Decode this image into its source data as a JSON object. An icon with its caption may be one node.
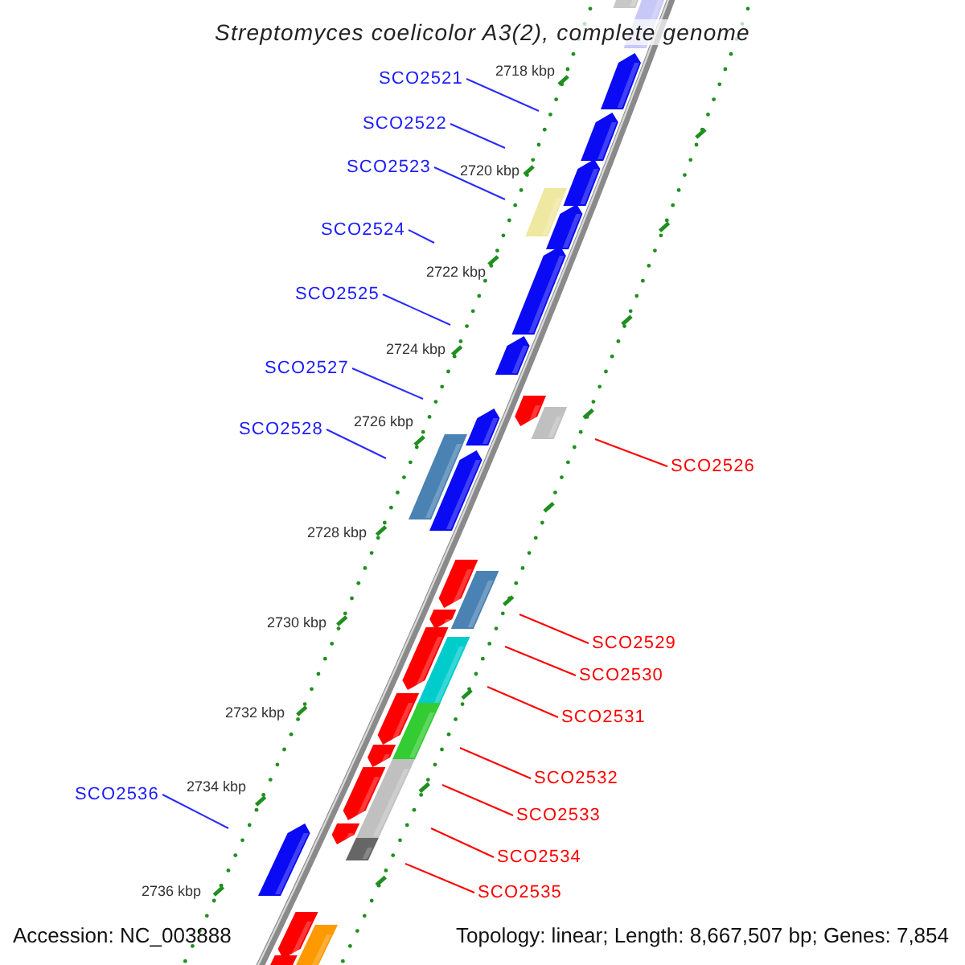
{
  "diagram": {
    "title": "Streptomyces coelicolor A3(2), complete genome",
    "nodes": [
      {
        "text": [
          "SCO2521"
        ]
      },
      {
        "text": [
          "SCO2522"
        ]
      },
      {
        "text": [
          "SCO2523"
        ]
      },
      {
        "text": [
          "SCO2524"
        ]
      },
      {
        "text": [
          "SCO2525"
        ]
      },
      {
        "text": [
          "SCO2527"
        ]
      },
      {
        "text": [
          "SCO2528"
        ]
      },
      {
        "text": [
          "SCO2536"
        ]
      },
      {
        "text": [
          "SCO2526"
        ]
      },
      {
        "text": [
          "SCO2529"
        ]
      },
      {
        "text": [
          "SCO2530"
        ]
      },
      {
        "text": [
          "SCO2531"
        ]
      },
      {
        "text": [
          "SCO2532"
        ]
      },
      {
        "text": [
          "SCO2533"
        ]
      },
      {
        "text": [
          "SCO2534"
        ]
      },
      {
        "text": [
          "SCO2535"
        ]
      }
    ],
    "edges": [
      {
        "from": 0,
        "to": null,
        "arrow": "none"
      },
      {
        "from": 1,
        "to": null,
        "arrow": "none"
      },
      {
        "from": 2,
        "to": null,
        "arrow": "none"
      },
      {
        "from": 3,
        "to": null,
        "arrow": "none"
      },
      {
        "from": 4,
        "to": null,
        "arrow": "none"
      },
      {
        "from": 5,
        "to": null,
        "arrow": "none"
      },
      {
        "from": 6,
        "to": null,
        "arrow": "none"
      },
      {
        "from": 7,
        "to": null,
        "arrow": "none"
      },
      {
        "from": 8,
        "to": null,
        "arrow": "none",
        "color": "#ff0000"
      },
      {
        "from": 9,
        "to": null,
        "arrow": "none",
        "color": "#ff0000"
      },
      {
        "from": 10,
        "to": null,
        "arrow": "none",
        "color": "#ff0000"
      },
      {
        "from": 11,
        "to": null,
        "arrow": "none",
        "color": "#ff0000"
      },
      {
        "from": 12,
        "to": null,
        "arrow": "none",
        "color": "#ff0000"
      },
      {
        "from": 13,
        "to": null,
        "arrow": "none",
        "color": "#ff0000"
      },
      {
        "from": 14,
        "to": null,
        "arrow": "none",
        "color": "#ff0000"
      },
      {
        "from": 15,
        "to": null,
        "arrow": "none",
        "color": "#ff0000"
      }
    ],
    "labels": [
      "2718 kbp",
      "2720 kbp",
      "2722 kbp",
      "2724 kbp",
      "2726 kbp",
      "2728 kbp",
      "2730 kbp",
      "2732 kbp",
      "2734 kbp",
      "2736 kbp",
      "Accession: NC_003888",
      "Topology: linear; Length: 8,667,507 bp; Genes: 7,854"
    ]
  }
}
